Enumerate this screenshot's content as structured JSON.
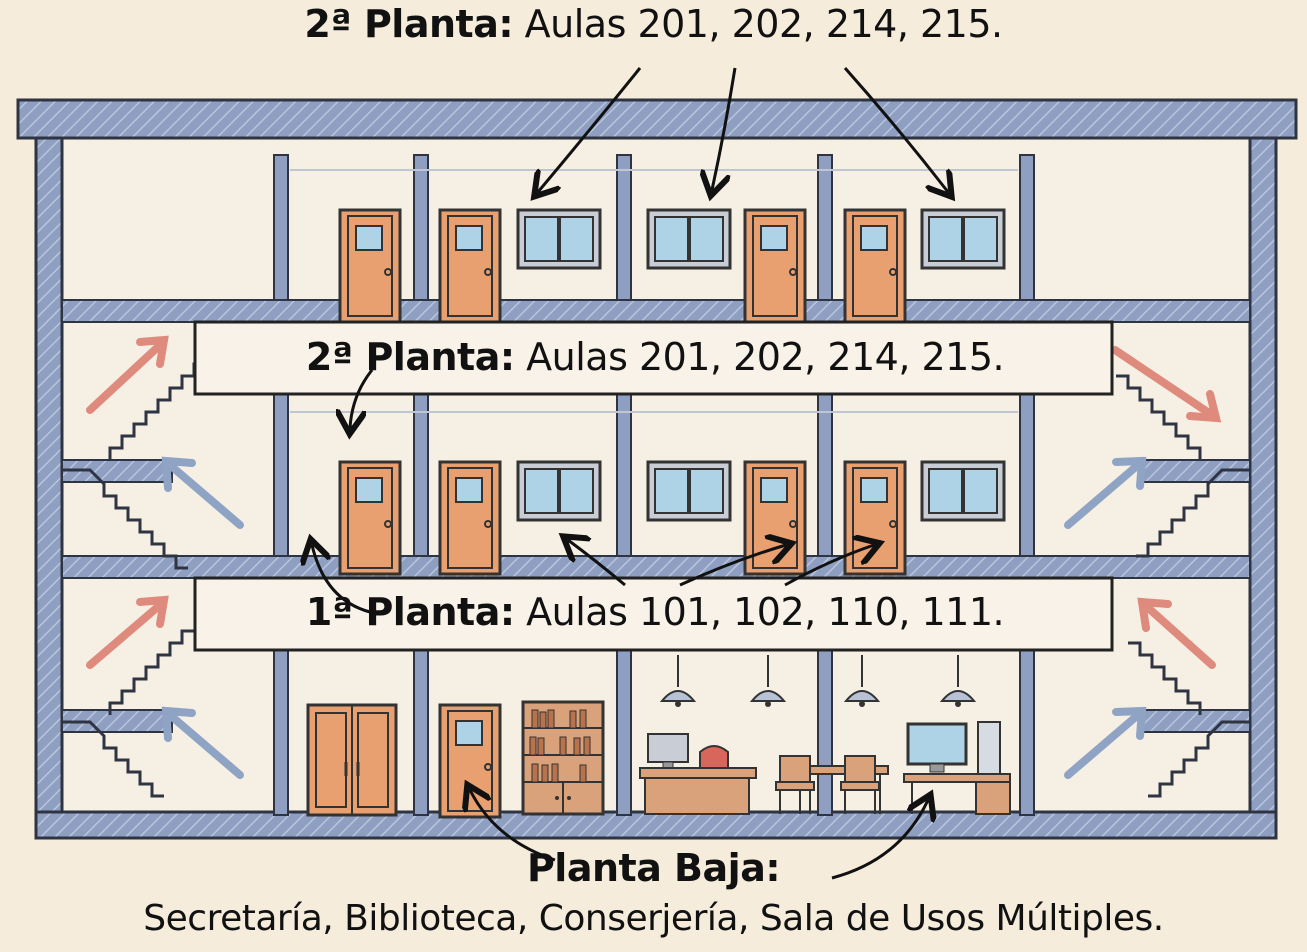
{
  "labels": {
    "top": {
      "floor": "2ª Planta:",
      "rooms": "Aulas 201, 202, 214, 215."
    },
    "second_banner": {
      "floor": "2ª Planta:",
      "rooms": "Aulas 201, 202, 214, 215."
    },
    "first_banner": {
      "floor": "1ª Planta:",
      "rooms": "Aulas 101, 102, 110, 111."
    },
    "ground": {
      "floor": "Planta Baja:",
      "rooms": "Secretaría, Biblioteca, Conserjería, Sala de Usos Múltiples."
    }
  },
  "colors": {
    "background": "#f5ecdc",
    "structure": "#8e9fc2",
    "structure_outline": "#2f3442",
    "door": "#e9a070",
    "window_glass": "#aed2e6",
    "arrow_up": "#de8a7c",
    "arrow_blue": "#8fa3c4",
    "furniture_wood": "#d9a27a"
  }
}
